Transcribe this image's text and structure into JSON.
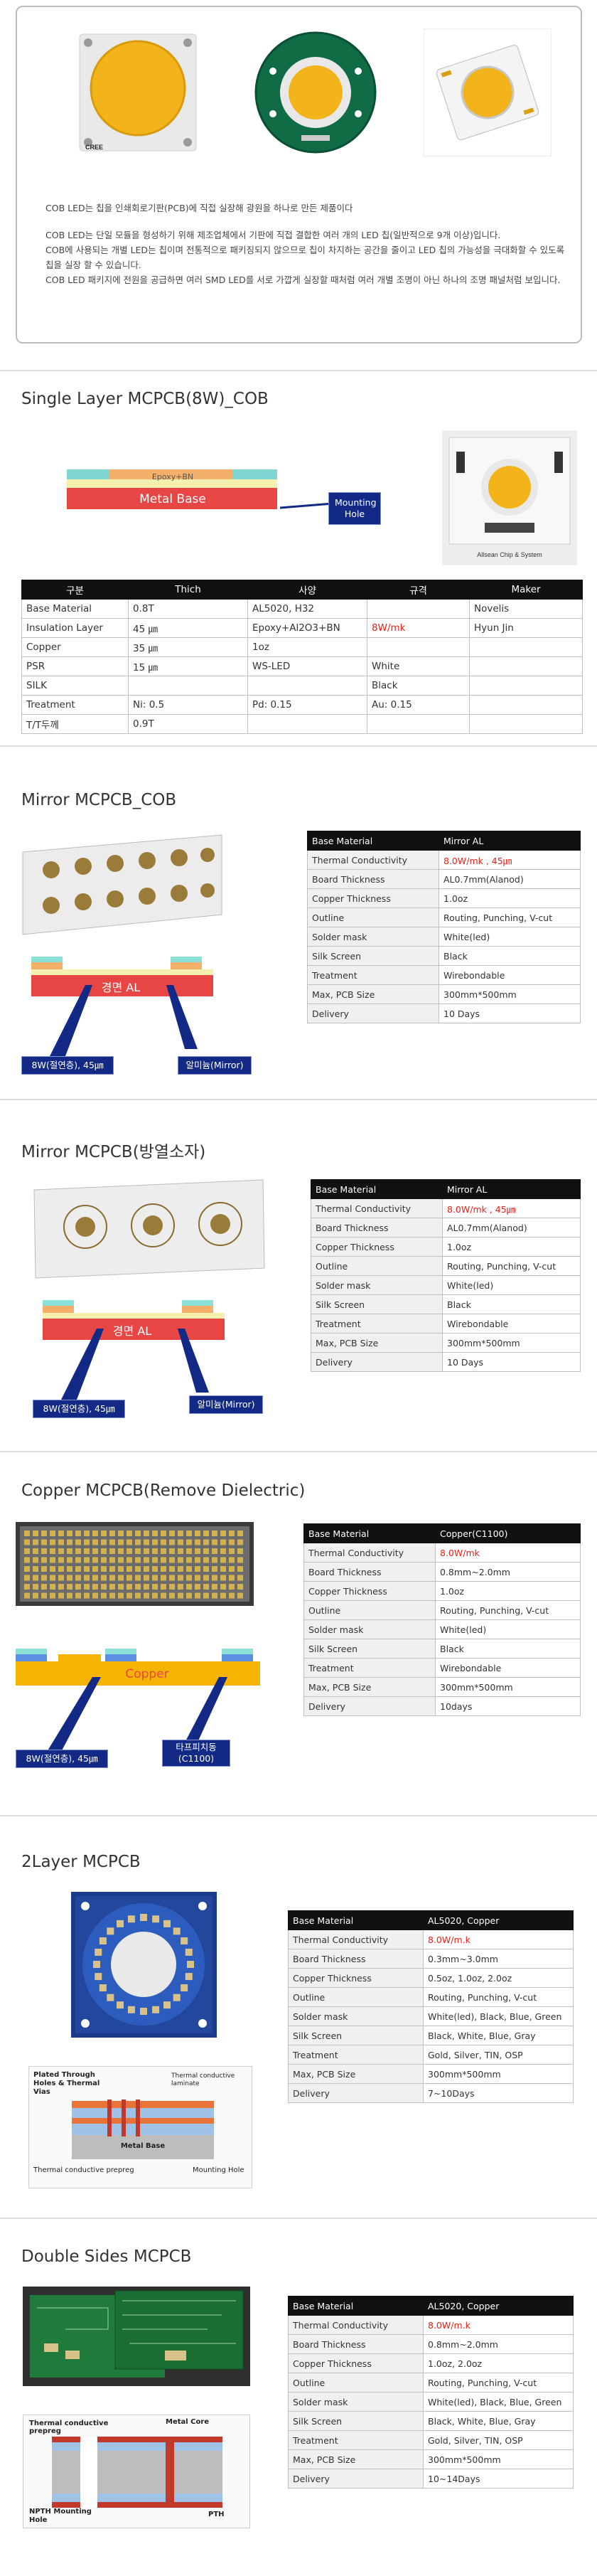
{
  "intro": {
    "photo_alts": [
      "CREE COB LED",
      "COB LED on round board",
      "COB LED module"
    ],
    "brand": "CREE",
    "para1": "COB LED는 칩을 인쇄회로기판(PCB)에 직접 실장해 광원을 하나로 만든 제품이다",
    "para2": "COB LED는 단일 모듈을 형성하기 위해 제조업체에서 기판에 직접 결합한 여러 개의 LED 칩(일반적으로 9개 이상)입니다.",
    "para3": "COB에 사용되는 개별 LED는 칩이며 전통적으로 패키징되지 않으므로 칩이 차지하는 공간을 줄이고 LED 칩의 가능성을 극대화할 수 있도록 칩을 실장 할 수 있습니다.",
    "para4": "COB LED 패키지에 전원을 공급하면 여러 SMD LED를 서로 가깝게 실장할 때처럼 여러 개별 조명이 아닌 하나의 조명 패널처럼 보입니다."
  },
  "s1": {
    "title": "Single Layer MCPCB(8W)_COB",
    "diagram": {
      "top_layer": "Epoxy+BN",
      "base": "Metal Base",
      "callout": "Mounting Hole"
    },
    "photo_caption": "Allsean Chip & System",
    "headers": [
      "구분",
      "Thich",
      "사양",
      "규격",
      "Maker"
    ],
    "rows": [
      [
        "Base Material",
        "0.8T",
        "AL5020, H32",
        "",
        "Novelis"
      ],
      [
        "Insulation Layer",
        "45 ㎛",
        "Epoxy+Al2O3+BN",
        "8W/mk",
        "Hyun Jin"
      ],
      [
        "Copper",
        "35 ㎛",
        "1oz",
        "",
        ""
      ],
      [
        "PSR",
        "15 ㎛",
        "WS-LED",
        "White",
        ""
      ],
      [
        "SILK",
        "",
        "",
        "Black",
        ""
      ],
      [
        "Treatment",
        "Ni: 0.5",
        "Pd: 0.15",
        "Au: 0.15",
        ""
      ],
      [
        "T/T두께",
        "0.9T",
        "",
        "",
        ""
      ]
    ]
  },
  "s2": {
    "title": "Mirror MCPCB_COB",
    "diagram": {
      "base": "경면 AL",
      "callout1": "8W(절연층), 45㎛",
      "callout2": "알미늄(Mirror)"
    },
    "headers": [
      "Base Material",
      "Mirror AL"
    ],
    "rows": [
      [
        "Thermal Conductivity",
        "8.0W/mk , 45㎛"
      ],
      [
        "Board Thickness",
        "AL0.7mm(Alanod)"
      ],
      [
        "Copper Thickness",
        "1.0oz"
      ],
      [
        "Outline",
        "Routing, Punching, V-cut"
      ],
      [
        "Solder mask",
        "White(led)"
      ],
      [
        "Silk Screen",
        "Black"
      ],
      [
        "Treatment",
        "Wirebondable"
      ],
      [
        "Max, PCB Size",
        "300mm*500mm"
      ],
      [
        "Delivery",
        "10 Days"
      ]
    ]
  },
  "s3": {
    "title": "Mirror MCPCB(방열소자)",
    "diagram": {
      "base": "경면 AL",
      "callout1": "8W(절연층), 45㎛",
      "callout2": "알미늄(Mirror)"
    },
    "headers": [
      "Base Material",
      "Mirror AL"
    ],
    "rows": [
      [
        "Thermal Conductivity",
        "8.0W/mk , 45㎛"
      ],
      [
        "Board Thickness",
        "AL0.7mm(Alanod)"
      ],
      [
        "Copper Thickness",
        "1.0oz"
      ],
      [
        "Outline",
        "Routing, Punching, V-cut"
      ],
      [
        "Solder mask",
        "White(led)"
      ],
      [
        "Silk Screen",
        "Black"
      ],
      [
        "Treatment",
        "Wirebondable"
      ],
      [
        "Max, PCB Size",
        "300mm*500mm"
      ],
      [
        "Delivery",
        "10 Days"
      ]
    ]
  },
  "s4": {
    "title": "Copper MCPCB(Remove Dielectric)",
    "diagram": {
      "base": "Copper",
      "callout1": "8W(절연층), 45㎛",
      "callout2": "타프피치동 (C1100)"
    },
    "headers": [
      "Base Material",
      "Copper(C1100)"
    ],
    "rows": [
      [
        "Thermal Conductivity",
        "8.0W/mk"
      ],
      [
        "Board Thickness",
        "0.8mm~2.0mm"
      ],
      [
        "Copper Thickness",
        "1.0oz"
      ],
      [
        "Outline",
        "Routing, Punching, V-cut"
      ],
      [
        "Solder mask",
        "White(led)"
      ],
      [
        "Silk Screen",
        "Black"
      ],
      [
        "Treatment",
        "Wirebondable"
      ],
      [
        "Max, PCB Size",
        "300mm*500mm"
      ],
      [
        "Delivery",
        "10days"
      ]
    ]
  },
  "s5": {
    "title": "2Layer MCPCB",
    "diagram": {
      "l1": "Plated Through Holes & Thermal Vias",
      "l2": "Thermal conductive laminate",
      "l3": "Metal Base",
      "l4": "Thermal conductive prepreg",
      "l5": "Mounting Hole"
    },
    "headers": [
      "Base Material",
      "AL5020, Copper"
    ],
    "rows": [
      [
        "Thermal Conductivity",
        "8.0W/m.k"
      ],
      [
        "Board Thickness",
        "0.3mm~3.0mm"
      ],
      [
        "Copper Thickness",
        "0.5oz, 1.0oz, 2.0oz"
      ],
      [
        "Outline",
        "Routing, Punching, V-cut"
      ],
      [
        "Solder mask",
        "White(led), Black, Blue, Green"
      ],
      [
        "Silk Screen",
        "Black, White, Blue, Gray"
      ],
      [
        "Treatment",
        "Gold, Silver, TIN, OSP"
      ],
      [
        "Max, PCB Size",
        "300mm*500mm"
      ],
      [
        "Delivery",
        "7~10Days"
      ]
    ]
  },
  "s6": {
    "title": "Double Sides MCPCB",
    "diagram": {
      "l1": "Thermal conductive prepreg",
      "l2": "Metal Core",
      "l3": "NPTH Mounting Hole",
      "l4": "PTH"
    },
    "headers": [
      "Base Material",
      "AL5020, Copper"
    ],
    "rows": [
      [
        "Thermal Conductivity",
        "8.0W/m.k"
      ],
      [
        "Board Thickness",
        "0.8mm~2.0mm"
      ],
      [
        "Copper Thickness",
        "1.0oz, 2.0oz"
      ],
      [
        "Outline",
        "Routing, Punching, V-cut"
      ],
      [
        "Solder mask",
        "White(led), Black, Blue, Green"
      ],
      [
        "Silk Screen",
        "Black, White, Blue, Gray"
      ],
      [
        "Treatment",
        "Gold, Silver, TIN, OSP"
      ],
      [
        "Max, PCB Size",
        "300mm*500mm"
      ],
      [
        "Delivery",
        "10~14Days"
      ]
    ]
  },
  "colors": {
    "accent_red": "#e2231a",
    "callout_blue": "#122a86",
    "header_black": "#111111"
  }
}
